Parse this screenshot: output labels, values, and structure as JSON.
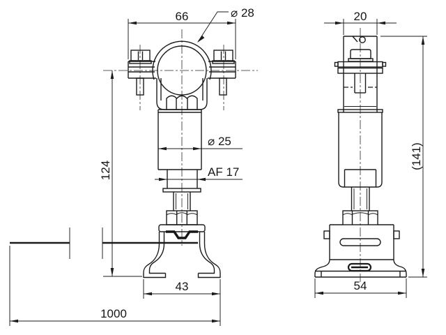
{
  "drawing": {
    "background": "#ffffff",
    "line_color": "#1b1b1b",
    "dimension_labels": {
      "clamp_width": "66",
      "pipe_diameter": "⌀ 28",
      "profile_width": "20",
      "body_diameter": "⌀ 25",
      "across_flats": "AF 17",
      "center_to_base_height": "124",
      "overall_height": "(141)",
      "saddle_width": "43",
      "base_width": "54",
      "rail_length": "1000"
    }
  }
}
